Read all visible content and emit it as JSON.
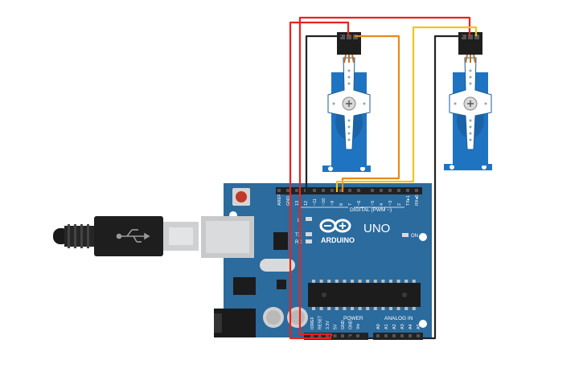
{
  "board": {
    "brand": "ARDUINO",
    "model": "UNO",
    "digital_header_label": "DIGITAL (PWM ~)",
    "power_header_label": "POWER",
    "analog_header_label": "ANALOG IN",
    "on_label": "ON",
    "led_l": "L",
    "led_tx": "TX",
    "led_rx": "RX",
    "digital_pins": [
      "AREF",
      "GND",
      "13",
      "12",
      "~11",
      "~10",
      "~9",
      "8",
      "7",
      "~6",
      "~5",
      "4",
      "~3",
      "2",
      "TX▸1",
      "RX◂0"
    ],
    "power_pins": [
      "IOREF",
      "RESET",
      "3.3V",
      "5V",
      "GND",
      "GND",
      "Vin"
    ],
    "analog_pins": [
      "A0",
      "A1",
      "A2",
      "A3",
      "A4",
      "A5"
    ]
  },
  "colors": {
    "board": "#2b6b9e",
    "servo_body": "#1f74c2",
    "wire_red": "#e8231f",
    "wire_black": "#222222",
    "wire_orange": "#e8891c",
    "wire_yellow": "#f2c418"
  },
  "icons": [
    "usb-plug-icon",
    "usb-symbol-icon",
    "arduino-infinity-logo-icon",
    "servo-horn-icon"
  ]
}
